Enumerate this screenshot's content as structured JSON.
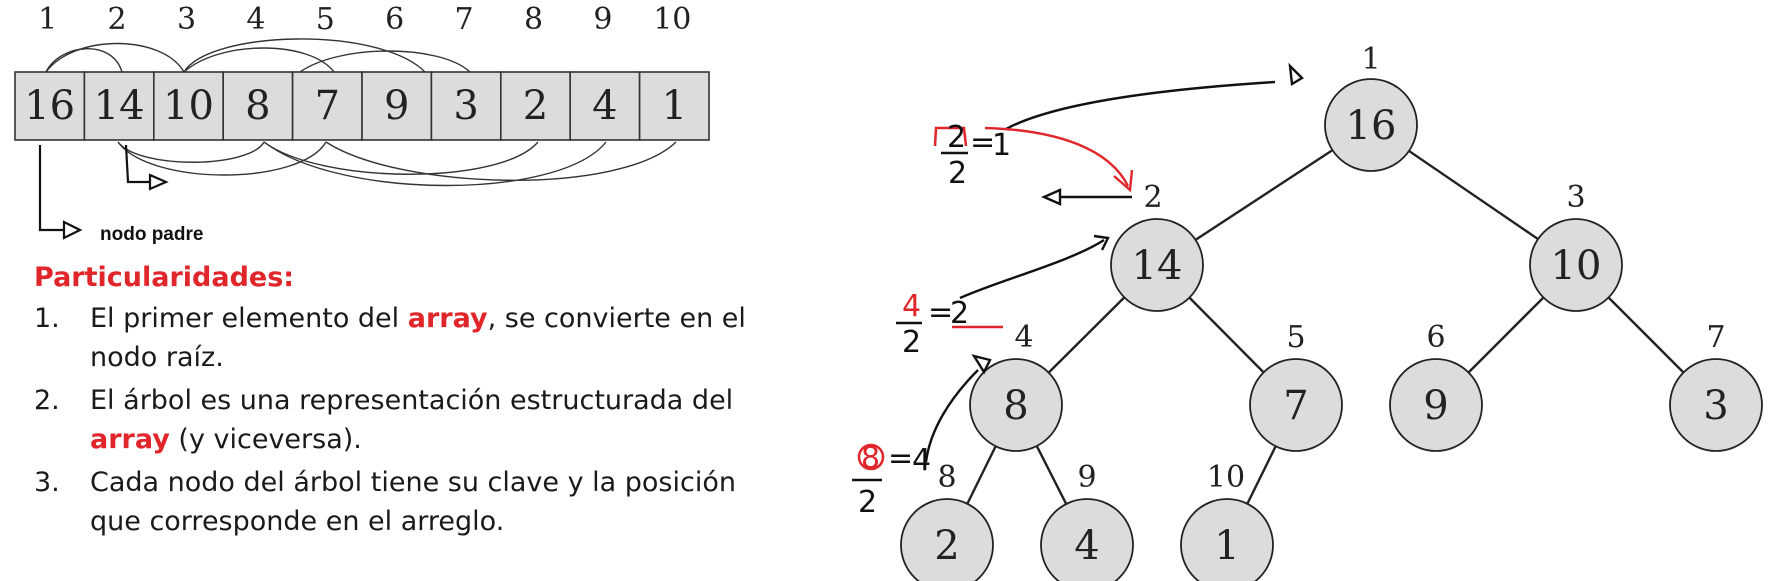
{
  "array": {
    "indices": [
      "1",
      "2",
      "3",
      "4",
      "5",
      "6",
      "7",
      "8",
      "9",
      "10"
    ],
    "values": [
      "16",
      "14",
      "10",
      "8",
      "7",
      "9",
      "3",
      "2",
      "4",
      "1"
    ],
    "annotation_label": "nodo padre"
  },
  "notes": {
    "heading": "Particularidades:",
    "items": [
      {
        "num": "1.",
        "pre": "El primer elemento del ",
        "hl": "array",
        "post": ", se convierte en el nodo raíz."
      },
      {
        "num": "2.",
        "pre": "El árbol es una representación estructurada del ",
        "hl": "array",
        "post": " (y viceversa)."
      },
      {
        "num": "3.",
        "pre": "Cada nodo del árbol tiene su clave y la posición que corresponde en el arreglo.",
        "hl": "",
        "post": ""
      }
    ]
  },
  "tree": {
    "nodes": [
      {
        "index": "1",
        "key": "16"
      },
      {
        "index": "2",
        "key": "14"
      },
      {
        "index": "3",
        "key": "10"
      },
      {
        "index": "4",
        "key": "8"
      },
      {
        "index": "5",
        "key": "7"
      },
      {
        "index": "6",
        "key": "9"
      },
      {
        "index": "7",
        "key": "3"
      },
      {
        "index": "8",
        "key": "2"
      },
      {
        "index": "9",
        "key": "4"
      },
      {
        "index": "10",
        "key": "1"
      }
    ]
  },
  "handwriting": {
    "calc_top": {
      "num": "2",
      "den": "2",
      "result": "1"
    },
    "calc_mid": {
      "num": "4",
      "den": "2",
      "result": "2"
    },
    "calc_low": {
      "num": "8",
      "den": "2",
      "result": "4"
    }
  },
  "colors": {
    "node_fill": "#dcdcdc",
    "cell_fill": "#dcdcdc",
    "highlight": "#e0262a",
    "ink": "#111111"
  }
}
